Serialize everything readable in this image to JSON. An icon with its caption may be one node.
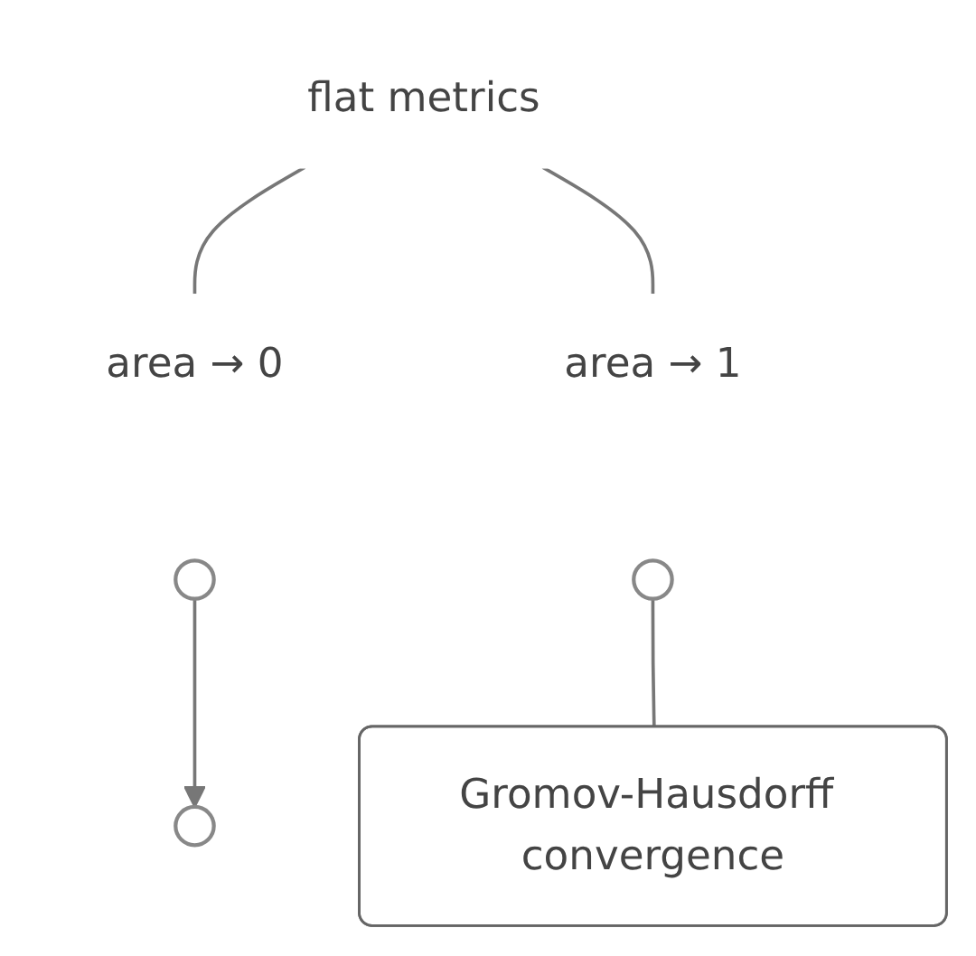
{
  "diagram": {
    "nodes": [
      {
        "text": [
          "flat metrics"
        ]
      },
      {
        "text": [
          "area → 0"
        ]
      },
      {
        "text": [
          "area → 1"
        ]
      },
      {
        "text": [],
        "shape": "circle"
      },
      {
        "text": [],
        "shape": "circle"
      },
      {
        "text": [],
        "shape": "circle"
      },
      {
        "text": [
          "Gromov-Hausdorff convergence"
        ]
      }
    ],
    "edges": [
      {
        "from": 0,
        "to": 1,
        "arrow": "none"
      },
      {
        "from": 0,
        "to": 2,
        "arrow": "none"
      },
      {
        "from": 3,
        "to": 4,
        "arrow": "to"
      },
      {
        "from": 5,
        "to": 6,
        "arrow": "none"
      }
    ]
  }
}
